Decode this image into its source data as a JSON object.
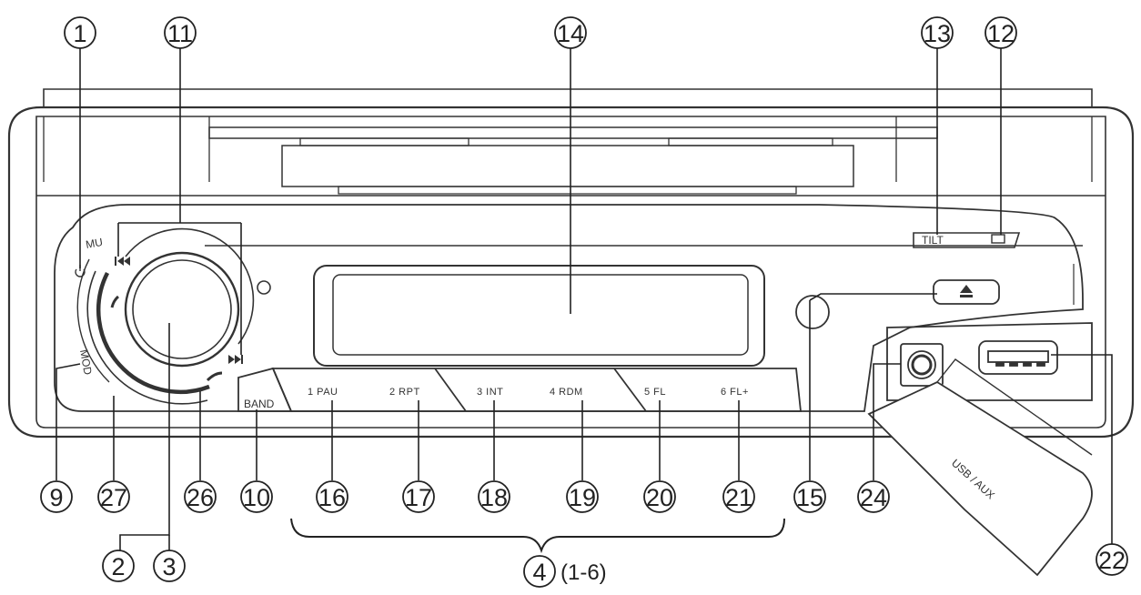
{
  "callouts": [
    {
      "id": "1",
      "text": "1"
    },
    {
      "id": "11",
      "text": "11"
    },
    {
      "id": "14",
      "text": "14"
    },
    {
      "id": "13",
      "text": "13"
    },
    {
      "id": "12",
      "text": "12"
    },
    {
      "id": "9",
      "text": "9"
    },
    {
      "id": "27",
      "text": "27"
    },
    {
      "id": "26",
      "text": "26"
    },
    {
      "id": "10",
      "text": "10"
    },
    {
      "id": "16",
      "text": "16"
    },
    {
      "id": "17",
      "text": "17"
    },
    {
      "id": "18",
      "text": "18"
    },
    {
      "id": "19",
      "text": "19"
    },
    {
      "id": "20",
      "text": "20"
    },
    {
      "id": "21",
      "text": "21"
    },
    {
      "id": "15",
      "text": "15"
    },
    {
      "id": "24",
      "text": "24"
    },
    {
      "id": "22",
      "text": "22"
    },
    {
      "id": "2",
      "text": "2"
    },
    {
      "id": "3",
      "text": "3"
    },
    {
      "id": "4",
      "text": "4"
    }
  ],
  "range_note": "(1-6)",
  "panel_labels": {
    "mute": "MU",
    "tilt": "TILT",
    "band": "BAND",
    "usb_aux": "USB / AUX",
    "mode": "MOD"
  },
  "preset_buttons": [
    {
      "label": "1 PAU"
    },
    {
      "label": "2 RPT"
    },
    {
      "label": "3 INT"
    },
    {
      "label": "4 RDM"
    },
    {
      "label": "5 FL"
    },
    {
      "label": "6 FL+"
    }
  ],
  "icons": {
    "power": "power-icon",
    "prev": "skip-back-icon",
    "next": "skip-forward-icon",
    "eject": "eject-icon",
    "screen": "screen-icon"
  }
}
